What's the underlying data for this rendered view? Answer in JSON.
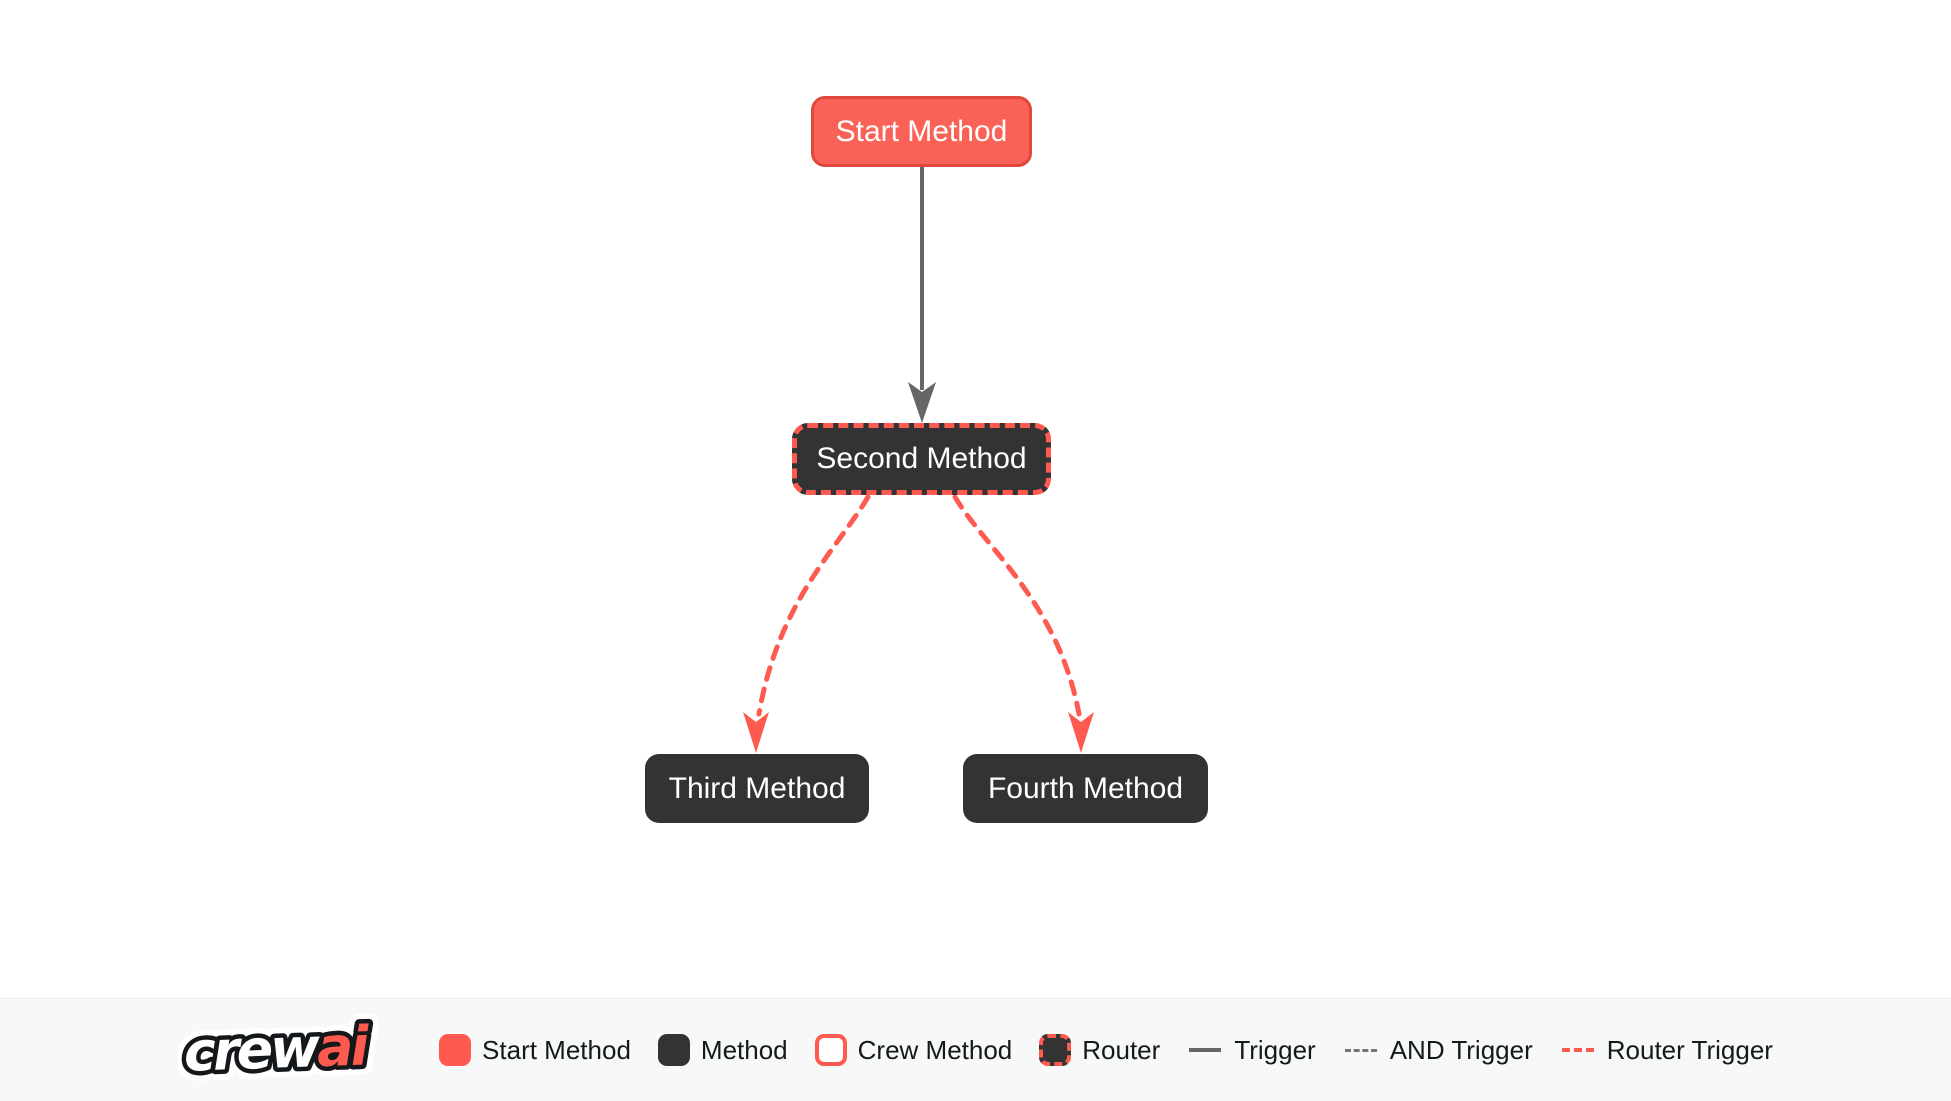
{
  "diagram": {
    "nodes": [
      {
        "label": "Start Method",
        "type": "start-method"
      },
      {
        "label": "Second Method",
        "type": "router"
      },
      {
        "label": "Third Method",
        "type": "method"
      },
      {
        "label": "Fourth Method",
        "type": "method"
      }
    ],
    "edges": [
      {
        "from": "Start Method",
        "to": "Second Method",
        "type": "trigger"
      },
      {
        "from": "Second Method",
        "to": "Third Method",
        "type": "router-trigger"
      },
      {
        "from": "Second Method",
        "to": "Fourth Method",
        "type": "router-trigger"
      }
    ]
  },
  "legend": {
    "logo": {
      "word1": "crew",
      "word2": "ai"
    },
    "items": [
      {
        "label": "Start Method",
        "swatch": "start-method"
      },
      {
        "label": "Method",
        "swatch": "method"
      },
      {
        "label": "Crew Method",
        "swatch": "crew-method"
      },
      {
        "label": "Router",
        "swatch": "router"
      },
      {
        "label": "Trigger",
        "swatch": "trigger-line"
      },
      {
        "label": "AND Trigger",
        "swatch": "and-trigger-line"
      },
      {
        "label": "Router Trigger",
        "swatch": "router-trigger-line"
      }
    ]
  },
  "colors": {
    "accent": "#FF5A50",
    "accent_border": "#E0473D",
    "node_dark": "#333333",
    "trigger_gray": "#666666",
    "and_trigger_gray": "#737373",
    "canvas_bg": "#FFFFFF",
    "legend_bg": "#F7F8F8",
    "node_text": "#FFFFFF",
    "legend_text": "#15191C",
    "logo_outline": "#15181B"
  }
}
